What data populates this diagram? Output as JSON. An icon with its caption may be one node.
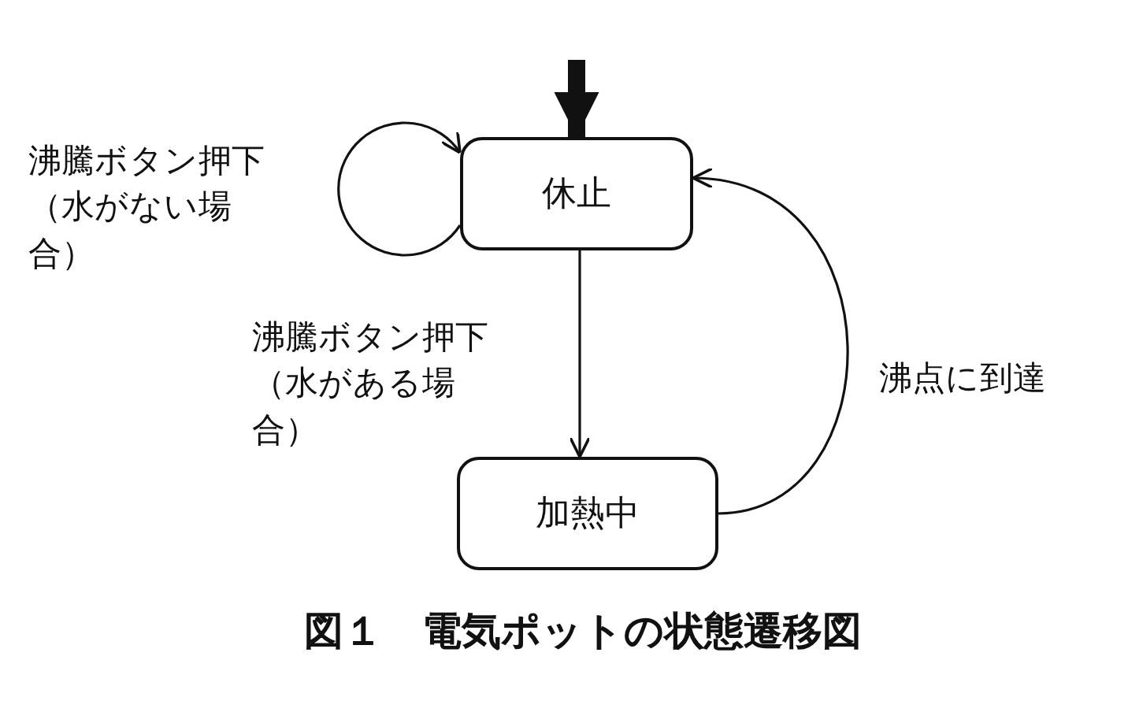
{
  "diagram": {
    "caption": "図１　電気ポットの状態遷移図",
    "nodes": [
      {
        "text": [
          "休止"
        ]
      },
      {
        "text": [
          "加熱中"
        ]
      }
    ],
    "edges": [
      {
        "from": null,
        "to": 0,
        "arrow": "to",
        "style": "thick"
      },
      {
        "from": 0,
        "to": 0,
        "arrow": "to",
        "label": "沸騰ボタン押下（水がない場合）"
      },
      {
        "from": 0,
        "to": 1,
        "arrow": "to",
        "label": "沸騰ボタン押下（水がある場合）"
      },
      {
        "from": 1,
        "to": 0,
        "arrow": "to",
        "label": "沸点に到達"
      }
    ]
  }
}
